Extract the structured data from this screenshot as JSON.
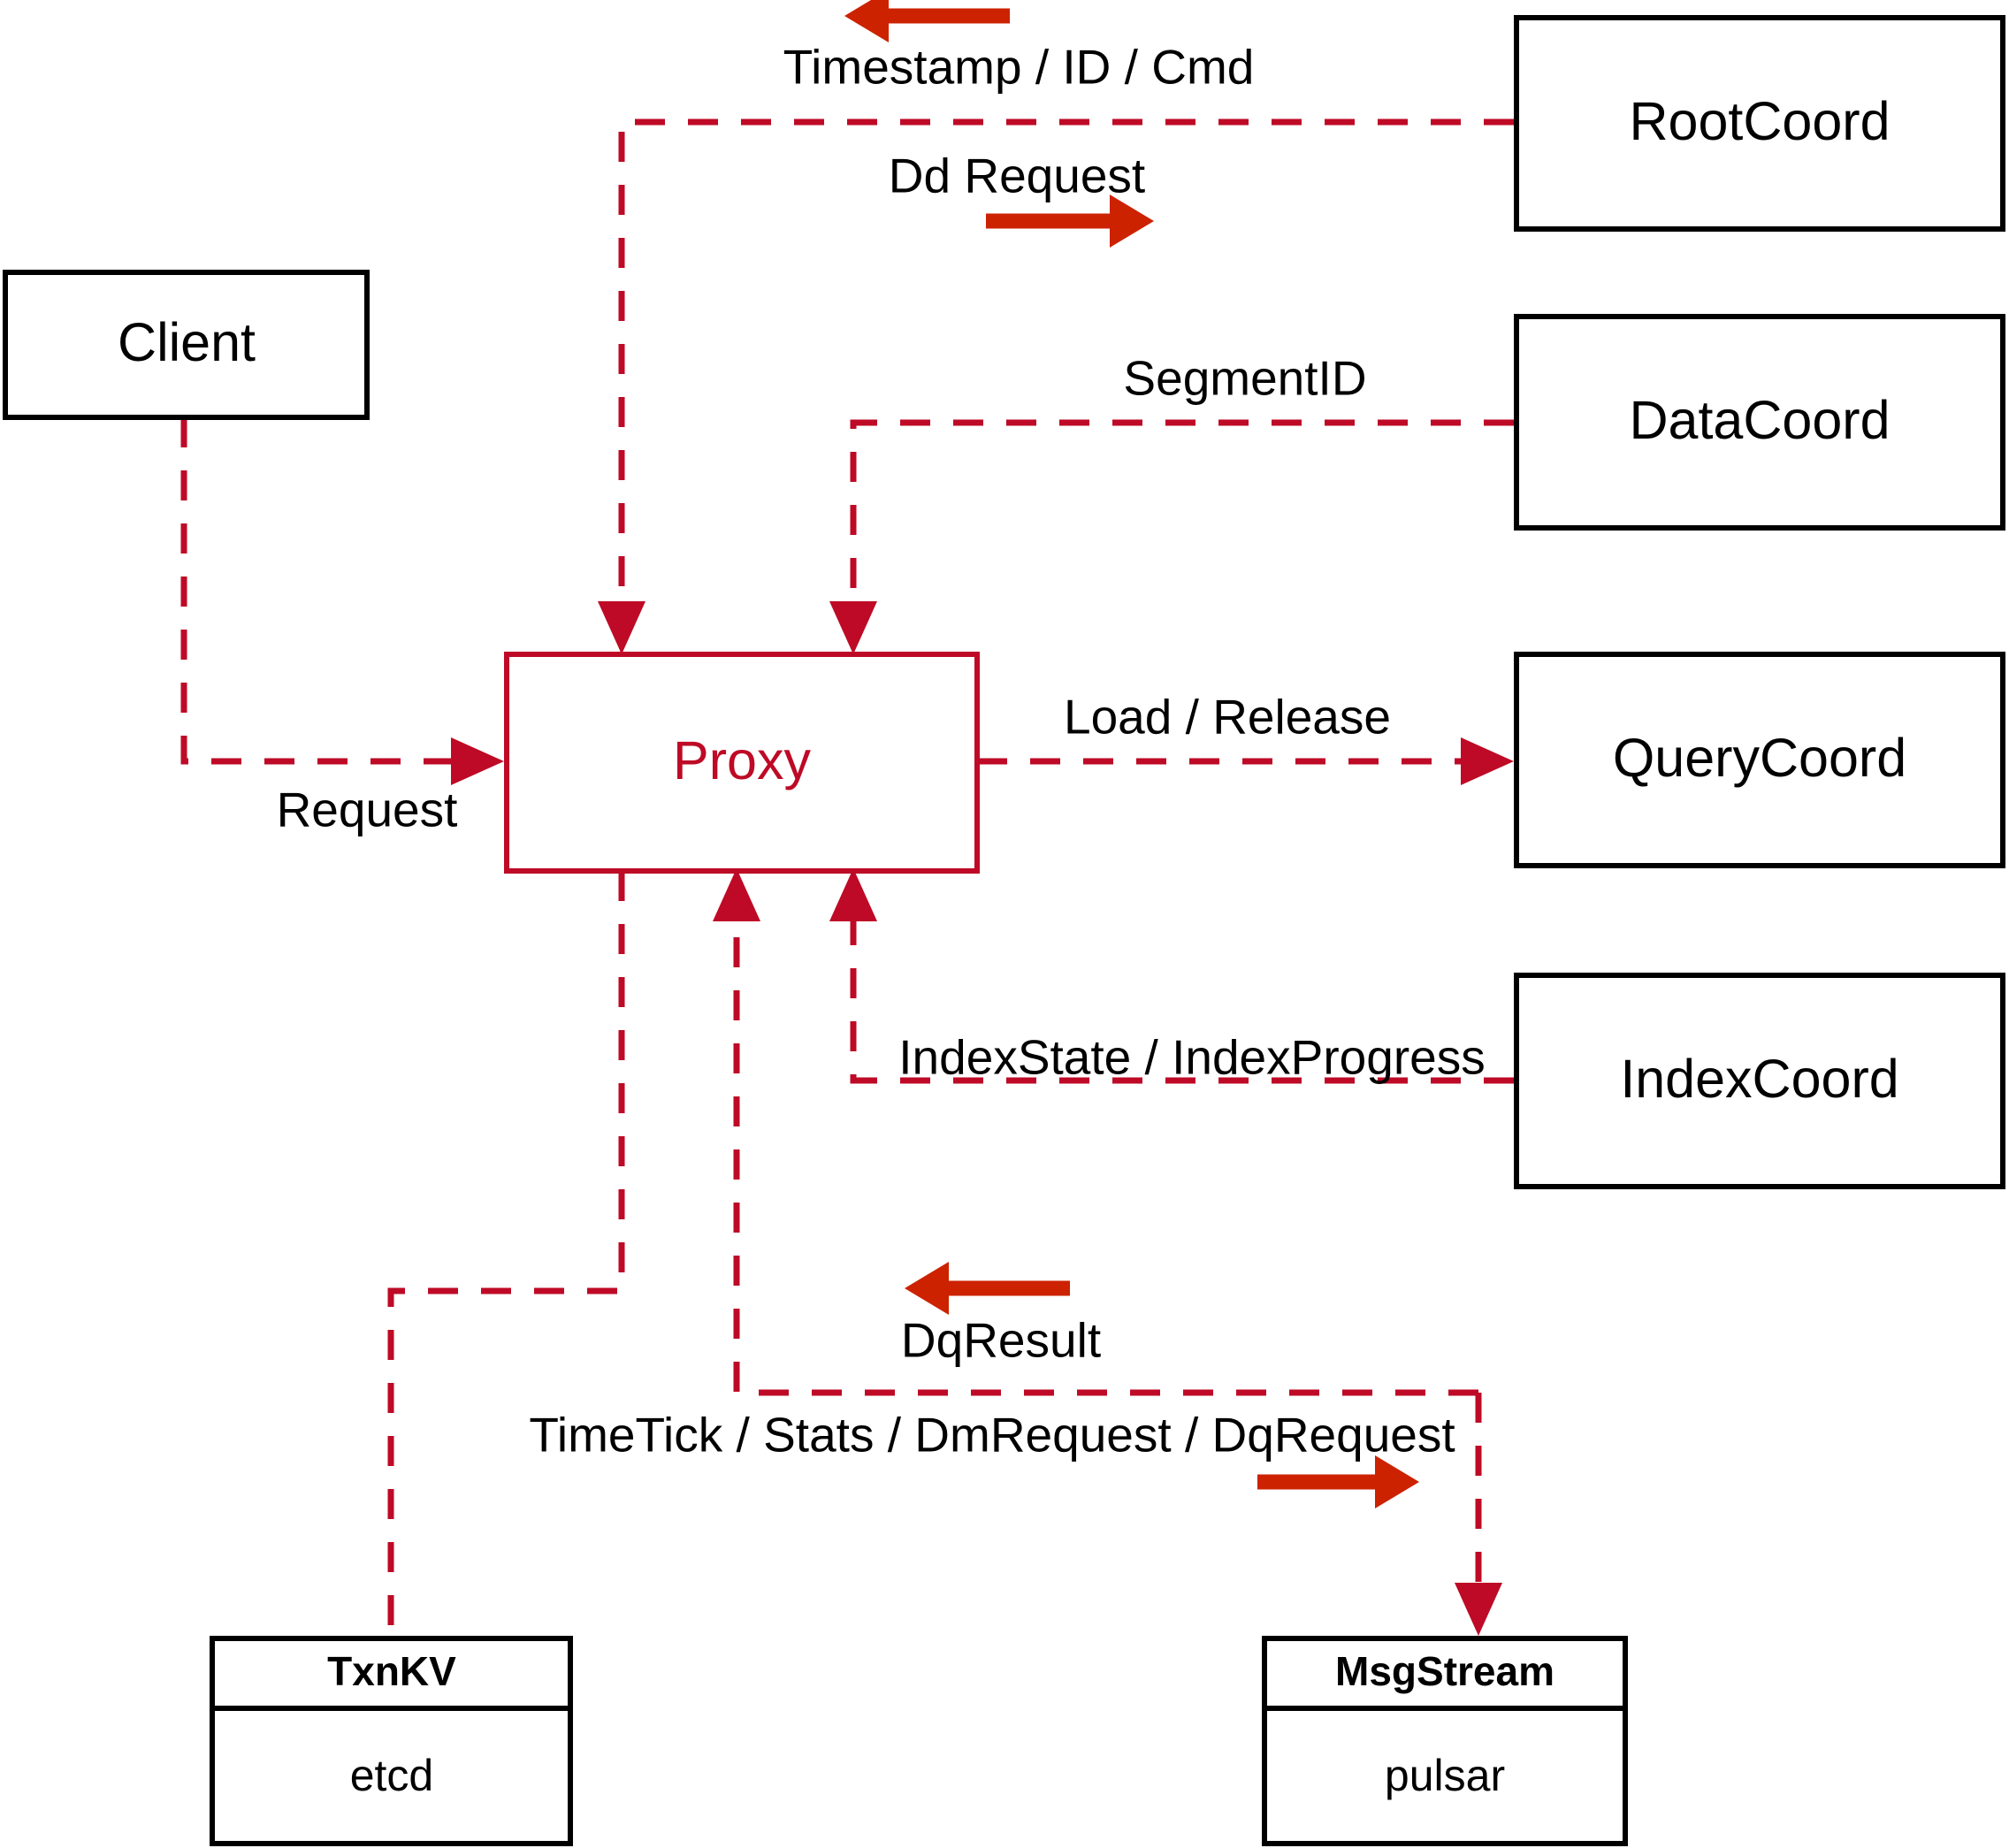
{
  "diagram": {
    "title": "Milvus Proxy interaction diagram",
    "accent_color": "#BE0A26",
    "arrow_color": "#CC2200",
    "box_color": "#000000",
    "background": "#ffffff"
  },
  "nodes": {
    "client": {
      "label": "Client"
    },
    "proxy": {
      "label": "Proxy"
    },
    "root_coord": {
      "label": "RootCoord"
    },
    "data_coord": {
      "label": "DataCoord"
    },
    "query_coord": {
      "label": "QueryCoord"
    },
    "index_coord": {
      "label": "IndexCoord"
    },
    "txnkv": {
      "title": "TxnKV",
      "impl": "etcd"
    },
    "msgstream": {
      "title": "MsgStream",
      "impl": "pulsar"
    }
  },
  "edges": {
    "timestamp_id_cmd": {
      "label": "Timestamp / ID / Cmd",
      "direction": "left"
    },
    "dd_request": {
      "label": "Dd Request",
      "direction": "right"
    },
    "segment_id": {
      "label": "SegmentID",
      "direction": "left"
    },
    "request": {
      "label": "Request",
      "direction": "right"
    },
    "load_release": {
      "label": "Load / Release",
      "direction": "right"
    },
    "index_state_progress": {
      "label": "IndexState / IndexProgress",
      "direction": "left"
    },
    "dq_result": {
      "label": "DqResult",
      "direction": "left"
    },
    "timetick_stats": {
      "label": "TimeTick / Stats / DmRequest / DqRequest",
      "direction": "right"
    }
  }
}
